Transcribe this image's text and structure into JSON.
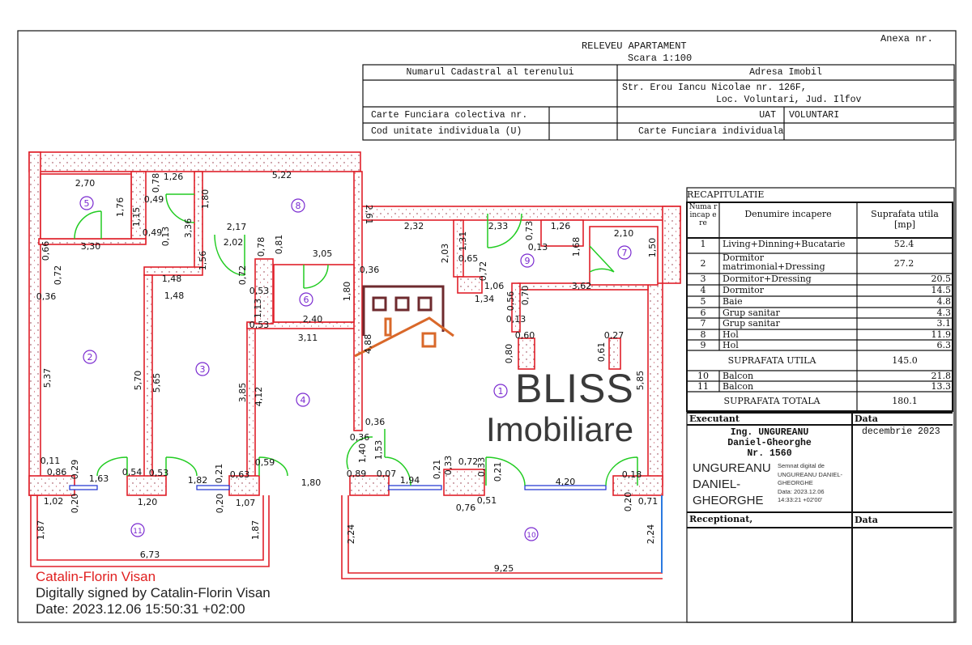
{
  "header": {
    "title": "RELEVEU   APARTAMENT",
    "scale": "Scara 1:100",
    "annex": "Anexa nr.",
    "cadastral_label": "Numarul Cadastral al terenului",
    "address_label": "Adresa Imobil",
    "address_line1": "Str. Erou Iancu Nicolae nr. 126F,",
    "address_line2": "Loc. Voluntari, Jud. Ilfov",
    "cf_collective_label": "Carte Funciara colectiva nr.",
    "uat_label": "UAT",
    "uat_value": "VOLUNTARI",
    "unit_code_label": "Cod unitate individuala (U)",
    "cf_individual_label": "Carte Funciara individuala"
  },
  "recap": {
    "title": "RECAPITULATIE",
    "col_number": "Numa r incap ere",
    "col_name": "Denumire incapere",
    "col_area": "Suprafata utila [mp]",
    "rooms": [
      {
        "nr": "1",
        "name": "Living+Dinning+Bucatarie",
        "area": "52.4"
      },
      {
        "nr": "2",
        "name": "Dormitor matrimonial+Dressing",
        "area": "27.2"
      },
      {
        "nr": "3",
        "name": "Dormitor+Dressing",
        "area": "20.5"
      },
      {
        "nr": "4",
        "name": "Dormitor",
        "area": "14.5"
      },
      {
        "nr": "5",
        "name": "Baie",
        "area": "4.8"
      },
      {
        "nr": "6",
        "name": "Grup  sanitar",
        "area": "4.3"
      },
      {
        "nr": "7",
        "name": "Grup  sanitar",
        "area": "3.1"
      },
      {
        "nr": "8",
        "name": "Hol",
        "area": "11.9"
      },
      {
        "nr": "9",
        "name": "Hol",
        "area": "6.3"
      }
    ],
    "useful_label": "SUPRAFATA  UTILA",
    "useful_value": "145.0",
    "balconies": [
      {
        "nr": "10",
        "name": "Balcon",
        "area": "21.8"
      },
      {
        "nr": "11",
        "name": "Balcon",
        "area": "13.3"
      }
    ],
    "total_label": "SUPRAFATA  TOTALA",
    "total_value": "180.1"
  },
  "executant": {
    "label": "Executant",
    "date_label": "Data",
    "date_value": "decembrie  2023",
    "engineer_line1": "Ing.  UNGUREANU",
    "engineer_line2": "Daniel-Gheorghe",
    "engineer_line3": "Nr. 1560",
    "signature_name1": "UNGUREANU",
    "signature_name2": "DANIEL-",
    "signature_name3": "GHEORGHE",
    "signature_info1": "Semnat digital de",
    "signature_info2": "UNGUREANU DANIEL-",
    "signature_info3": "GHEORGHE",
    "signature_info4": "Data: 2023.12.06",
    "signature_info5": "14:33:21 +02'00'",
    "received_label": "Receptionat,",
    "received_date_label": "Data"
  },
  "digital_signature": {
    "name": "Catalin-Florin Visan",
    "signed_by": "Digitally signed by Catalin-Florin Visan",
    "date": "Date: 2023.12.06 15:50:31 +02:00"
  },
  "watermark": {
    "brand": "BLISS",
    "subtitle": "Imobiliare"
  },
  "plan": {
    "room_numbers": [
      "5",
      "8",
      "6",
      "9",
      "7",
      "2",
      "3",
      "4",
      "1",
      "11",
      "10"
    ],
    "dimensions": [
      "2,70",
      "1,26",
      "5,22",
      "1,76",
      "1,15",
      "0,49",
      "0,78",
      "1,80",
      "0,49",
      "0,13",
      "3,36",
      "2,17",
      "2,02",
      "0,78",
      "0,81",
      "3,30",
      "0,66",
      "0,72",
      "0,36",
      "1,48",
      "1,48",
      "1,56",
      "0,72",
      "0,53",
      "1,13",
      "0,53",
      "3,05",
      "0,36",
      "1,80",
      "2,40",
      "3,11",
      "2,61",
      "2,32",
      "2,03",
      "1,31",
      "2,33",
      "0,73",
      "1,26",
      "0,13",
      "1,68",
      "2,10",
      "1,50",
      "0,65",
      "0,72",
      "1,06",
      "1,34",
      "0,56",
      "0,70",
      "0,13",
      "3,62",
      "0,60",
      "0,80",
      "0,27",
      "0,61",
      "4,88",
      "5,37",
      "5,70",
      "5,65",
      "3,85",
      "4,12",
      "5,85",
      "0,36",
      "0,36",
      "1,40",
      "1,53",
      "0,11",
      "0,86",
      "0,29",
      "1,63",
      "0,54",
      "0,53",
      "1,82",
      "0,21",
      "0,63",
      "0,59",
      "1,80",
      "0,89",
      "0,07",
      "1,94",
      "0,21",
      "0,33",
      "0,72",
      "0,33",
      "0,21",
      "4,20",
      "0,18",
      "1,02",
      "0,20",
      "1,20",
      "0,20",
      "1,07",
      "0,51",
      "0,76",
      "0,20",
      "0,71",
      "1,87",
      "1,87",
      "6,73",
      "2,24",
      "2,24",
      "9,25"
    ]
  },
  "colors": {
    "wall": "#e0202a",
    "door": "#22cc22",
    "window": "#1a2fd0",
    "room_number": "#7a2ad0",
    "logo_dark": "#6e2a2e",
    "logo_orange": "#d9682a"
  }
}
